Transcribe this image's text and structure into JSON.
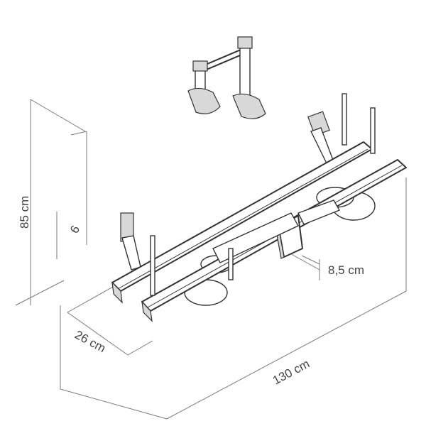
{
  "dimensions": {
    "height_total": "85 cm",
    "height_small": "6",
    "depth": "26 cm",
    "width": "130 cm",
    "offset": "8,5 cm"
  },
  "colors": {
    "line": "#333333",
    "dimension_line": "#7a7a7a",
    "label": "#444444"
  }
}
